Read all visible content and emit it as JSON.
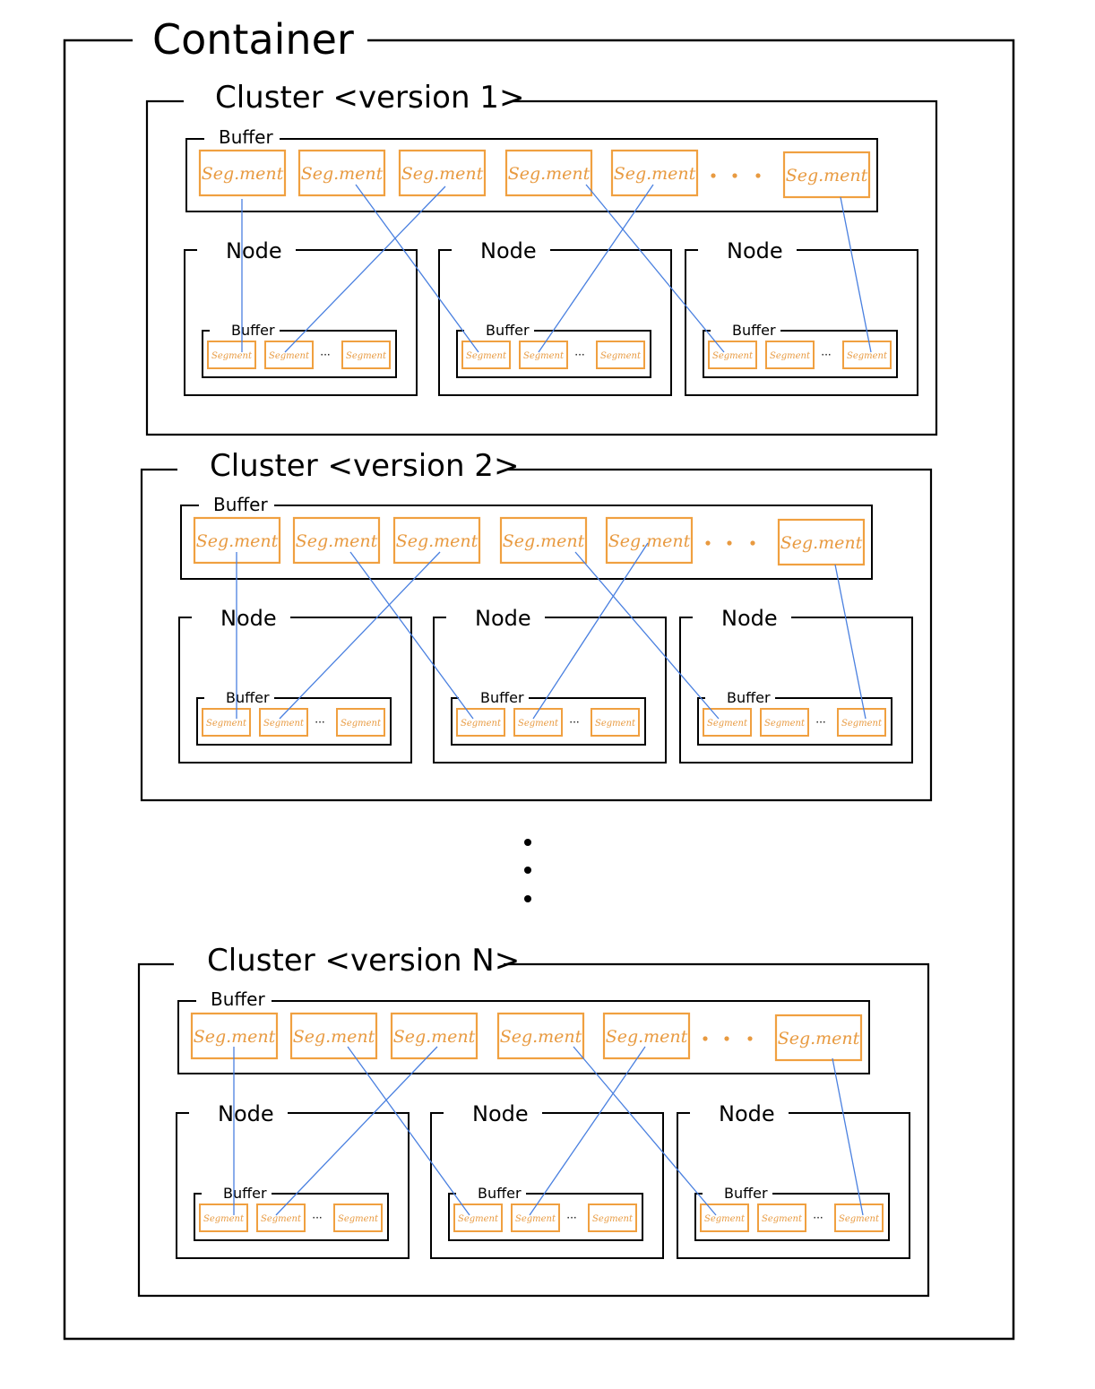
{
  "container": {
    "title": "Container"
  },
  "clusters": [
    {
      "title": "Cluster <version 1>"
    },
    {
      "title": "Cluster <version 2>"
    },
    {
      "title": "Cluster <version N>"
    }
  ],
  "labels": {
    "buffer": "Buffer",
    "node": "Node",
    "segment": "Seg.ment",
    "node_segment": "Segment",
    "dots_horizontal": "· · ·",
    "dots_small": "···"
  },
  "colors": {
    "frame": "#000000",
    "segment": "#f0a040",
    "segment_text": "#e89a40",
    "link": "#4a80e0",
    "background": "#ffffff"
  }
}
